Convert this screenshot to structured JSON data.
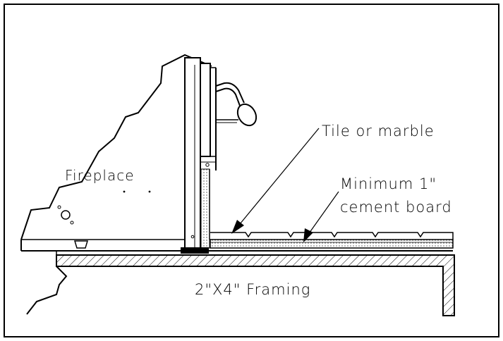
{
  "labels": {
    "fireplace": "Fireplace",
    "tile": "Tile or marble",
    "board_line1": "Minimum 1\"",
    "board_line2": "cement board",
    "framing": "2\"X4\" Framing"
  },
  "colors": {
    "ink": "#000000",
    "background": "#ffffff"
  }
}
